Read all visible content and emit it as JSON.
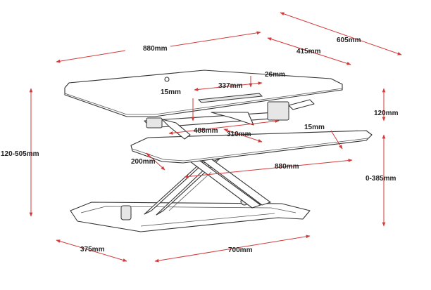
{
  "colors": {
    "dimension": "#d23b3b",
    "outline": "#333333",
    "background": "#ffffff"
  },
  "dimensions": {
    "desk_width": "880mm",
    "desk_depth": "415mm",
    "overall_depth": "605mm",
    "slot_length": "337mm",
    "slot_width": "26mm",
    "lip_height": "15mm",
    "rail_length": "488mm",
    "rail_depth": "310mm",
    "tray_lip": "15mm",
    "tray_gap": "120mm",
    "height_range": "120-505mm",
    "tray_depth": "200mm",
    "tray_width": "880mm",
    "tray_range": "0-385mm",
    "base_depth": "375mm",
    "base_width": "700mm"
  }
}
